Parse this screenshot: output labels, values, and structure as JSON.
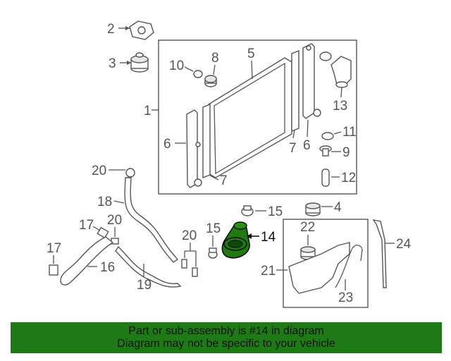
{
  "callouts": {
    "c1": "1",
    "c2": "2",
    "c3": "3",
    "c4": "4",
    "c5": "5",
    "c6a": "6",
    "c6b": "6",
    "c7a": "7",
    "c7b": "7",
    "c8": "8",
    "c9": "9",
    "c10": "10",
    "c11": "11",
    "c12": "12",
    "c13": "13",
    "c14": "14",
    "c15a": "15",
    "c15b": "15",
    "c16": "16",
    "c17a": "17",
    "c17b": "17",
    "c18": "18",
    "c19": "19",
    "c20a": "20",
    "c20b": "20",
    "c20c": "20",
    "c21": "21",
    "c22": "22",
    "c23": "23",
    "c24": "24"
  },
  "banner": {
    "line1": "Part or sub-assembly is #14 in diagram",
    "line2": "Diagram may not be specific to your vehicle"
  },
  "colors": {
    "banner_bg": "#1e7a14",
    "highlight_part": "#1f7a10",
    "line": "#555555"
  }
}
